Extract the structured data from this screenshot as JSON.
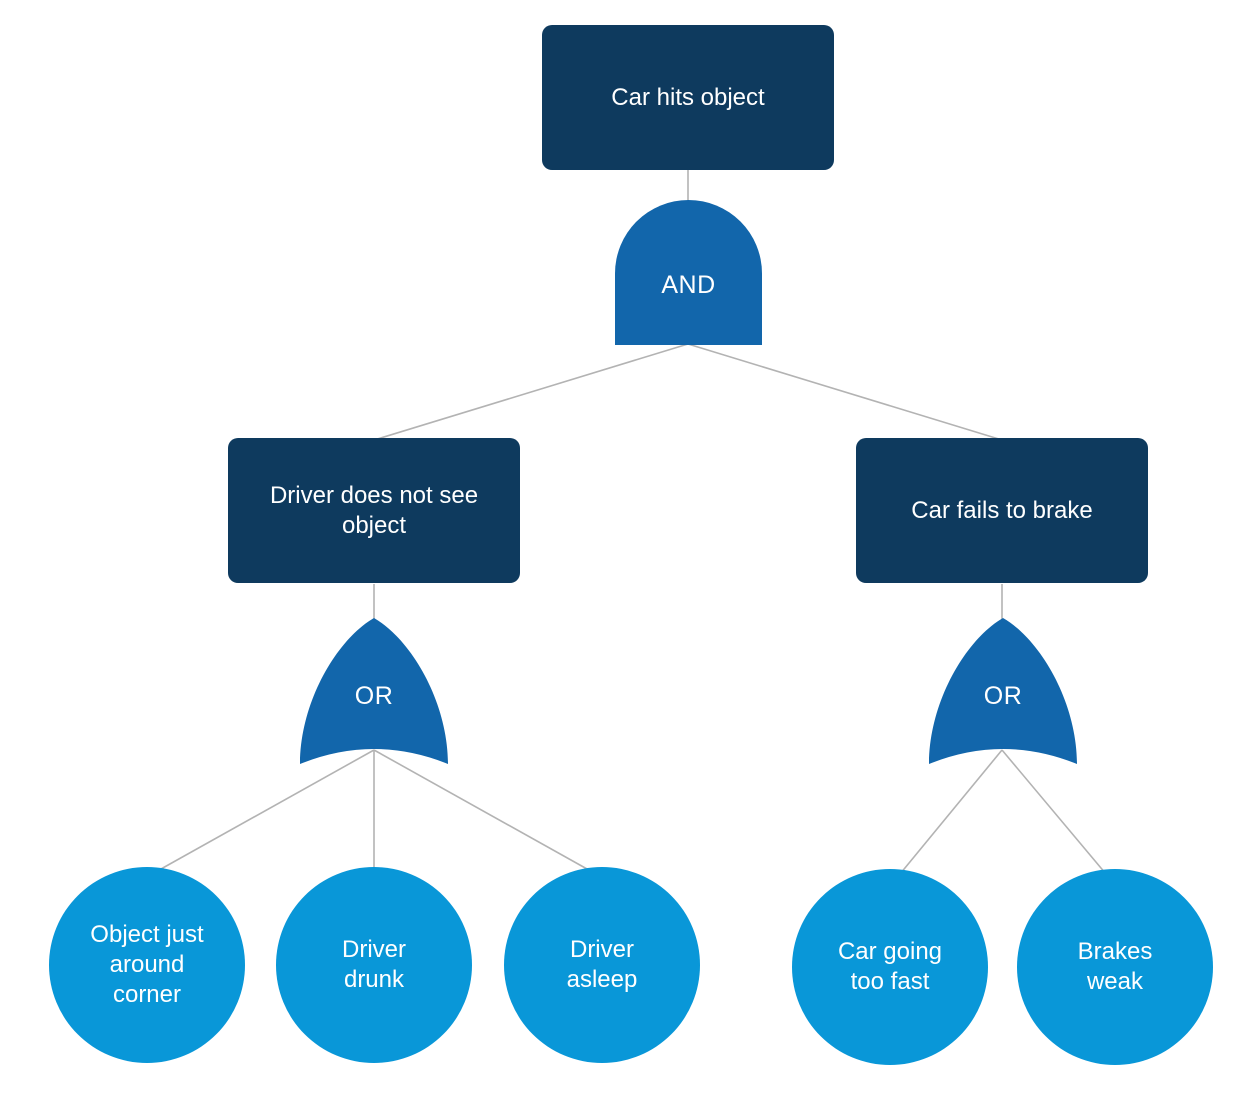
{
  "diagram": {
    "kind": "fault-tree",
    "top_event": {
      "label": "Car hits object"
    },
    "and_gate": {
      "type": "AND",
      "label": "AND"
    },
    "left_branch": {
      "event": {
        "label": "Driver does not see\nobject"
      },
      "gate": {
        "type": "OR",
        "label": "OR"
      },
      "causes": [
        {
          "label": "Object just\naround\ncorner"
        },
        {
          "label": "Driver\ndrunk"
        },
        {
          "label": "Driver\nasleep"
        }
      ]
    },
    "right_branch": {
      "event": {
        "label": "Car fails to brake"
      },
      "gate": {
        "type": "OR",
        "label": "OR"
      },
      "causes": [
        {
          "label": "Car going\ntoo fast"
        },
        {
          "label": "Brakes\nweak"
        }
      ]
    },
    "colors": {
      "event_box": "#0e3a5e",
      "gate_fill": "#1266ab",
      "basic_event_fill": "#0997d8",
      "connector": "#b3b3b3",
      "label_text": "#ffffff"
    }
  }
}
